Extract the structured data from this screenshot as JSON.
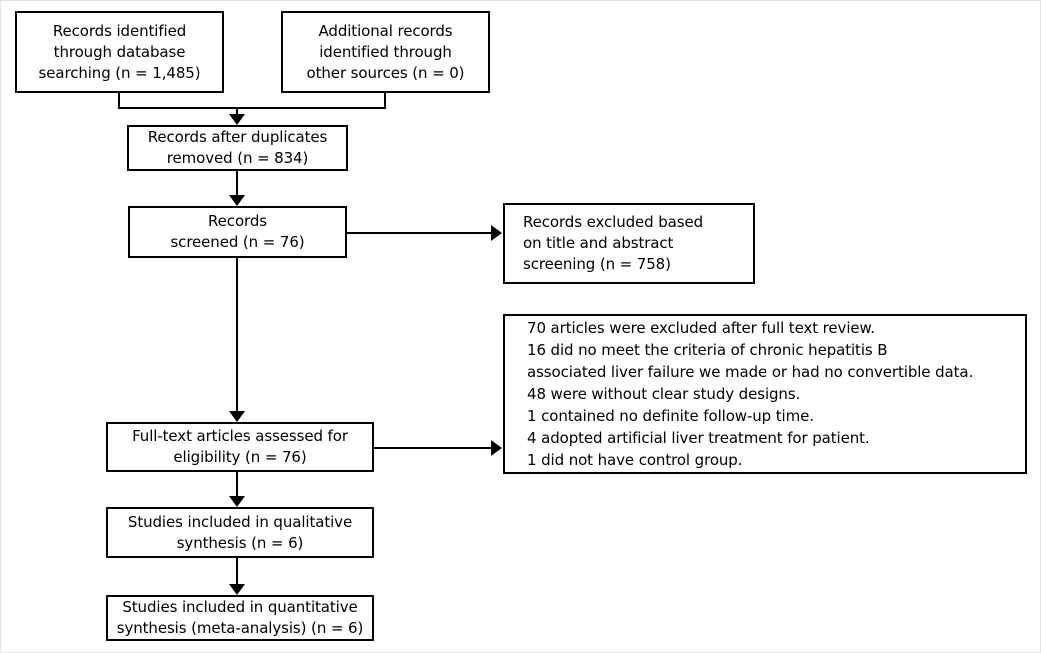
{
  "diagram": {
    "type": "prisma-flow-diagram",
    "colors": {
      "box_border": "#000000",
      "box_fill": "#ffffff",
      "text": "#000000",
      "connector": "#000000"
    },
    "boxes": {
      "db_search": {
        "name": "records-identified-database",
        "lines": [
          "Records identified",
          "through database",
          "searching (n = 1,485)"
        ],
        "count": "1,485"
      },
      "other_sources": {
        "name": "additional-records-other-sources",
        "lines": [
          "Additional records",
          "identified through",
          "other sources (n = 0)"
        ],
        "count": "0"
      },
      "after_duplicates": {
        "name": "records-after-duplicates-removed",
        "lines": [
          "Records after duplicates",
          "removed (n = 834)"
        ],
        "count": "834"
      },
      "screened": {
        "name": "records-screened",
        "lines": [
          "Records",
          "screened (n = 76)"
        ],
        "count": "76"
      },
      "excluded_title_abstract": {
        "name": "records-excluded-title-abstract",
        "lines": [
          "Records excluded based",
          "on title and abstract",
          "screening (n = 758)"
        ],
        "count": "758"
      },
      "excluded_full_text": {
        "name": "articles-excluded-full-text-review",
        "lines": [
          "70 articles were excluded after full text review.",
          "16 did no meet the criteria of chronic hepatitis B",
          "associated liver failure we made or had no convertible data.",
          "48 were without clear study designs.",
          "1 contained no definite follow-up time.",
          "4 adopted artificial liver treatment for patient.",
          "1 did not have control group."
        ]
      },
      "full_text_assessed": {
        "name": "full-text-articles-assessed",
        "lines": [
          "Full-text articles assessed for",
          "eligibility (n = 76)"
        ],
        "count": "76"
      },
      "qualitative": {
        "name": "studies-included-qualitative-synthesis",
        "lines": [
          "Studies included in qualitative",
          "synthesis (n = 6)"
        ],
        "count": "6"
      },
      "quantitative": {
        "name": "studies-included-quantitative-synthesis",
        "lines": [
          "Studies included in quantitative",
          "synthesis (meta-analysis) (n = 6)"
        ],
        "count": "6"
      }
    }
  }
}
